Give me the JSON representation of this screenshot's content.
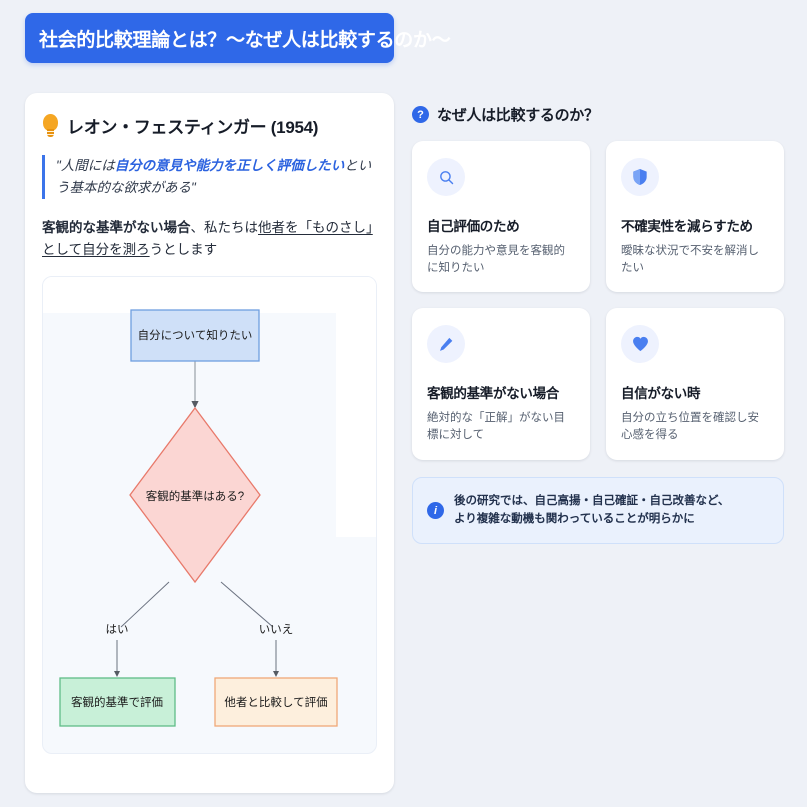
{
  "header": {
    "title": "社会的比較理論とは？〜なぜ人は比較するのか〜"
  },
  "left_panel": {
    "bulb_icon": "lightbulb-icon",
    "author": "レオン・フェスティンガー (1954)",
    "quote": {
      "prefix": "\"人間には",
      "highlight": "自分の意見や能力を正しく評価したい",
      "suffix": "という基本的な欲求がある\""
    },
    "body": {
      "bold": "客観的な基準がない場合",
      "middle": "、私たちは",
      "underline": "他者を「ものさし」として自分を測ろ",
      "tail": "うとします"
    },
    "flowchart": {
      "nodes": {
        "start": "自分について知りたい",
        "decision": "客観的基準はある?",
        "yes_node": "客観的基準で評価",
        "no_node": "他者と比較して評価"
      },
      "edge_labels": {
        "yes": "はい",
        "no": "いいえ"
      },
      "colors": {
        "start_fill": "#cfe0f8",
        "start_stroke": "#6f9fe0",
        "decision_fill": "#fbd6d3",
        "decision_stroke": "#e8796a",
        "yes_fill": "#c8f0d8",
        "yes_stroke": "#5fbd88",
        "no_fill": "#fdefdd",
        "no_stroke": "#f0a878"
      }
    }
  },
  "right_panel": {
    "badge": "?",
    "title": "なぜ人は比較するのか？",
    "cards": [
      {
        "icon": "search-icon",
        "title": "自己評価のため",
        "desc": "自分の能力や意見を客観的に知りたい"
      },
      {
        "icon": "shield-icon",
        "title": "不確実性を減らすため",
        "desc": "曖昧な状況で不安を解消したい"
      },
      {
        "icon": "ruler-icon",
        "title": "客観的基準がない場合",
        "desc": "絶対的な「正解」がない目標に対して"
      },
      {
        "icon": "heart-icon",
        "title": "自信がない時",
        "desc": "自分の立ち位置を確認し安心感を得る"
      }
    ],
    "info": {
      "badge": "i",
      "line1": "後の研究では、自己高揚・自己確証・自己改善など、",
      "line2": "より複雑な動機も関わっていることが明らかに"
    }
  },
  "theme": {
    "accent": "#2f68e8",
    "page_bg": "#eef1f7",
    "card_bg": "#ffffff",
    "icon_circle_bg": "#eef2fe"
  }
}
